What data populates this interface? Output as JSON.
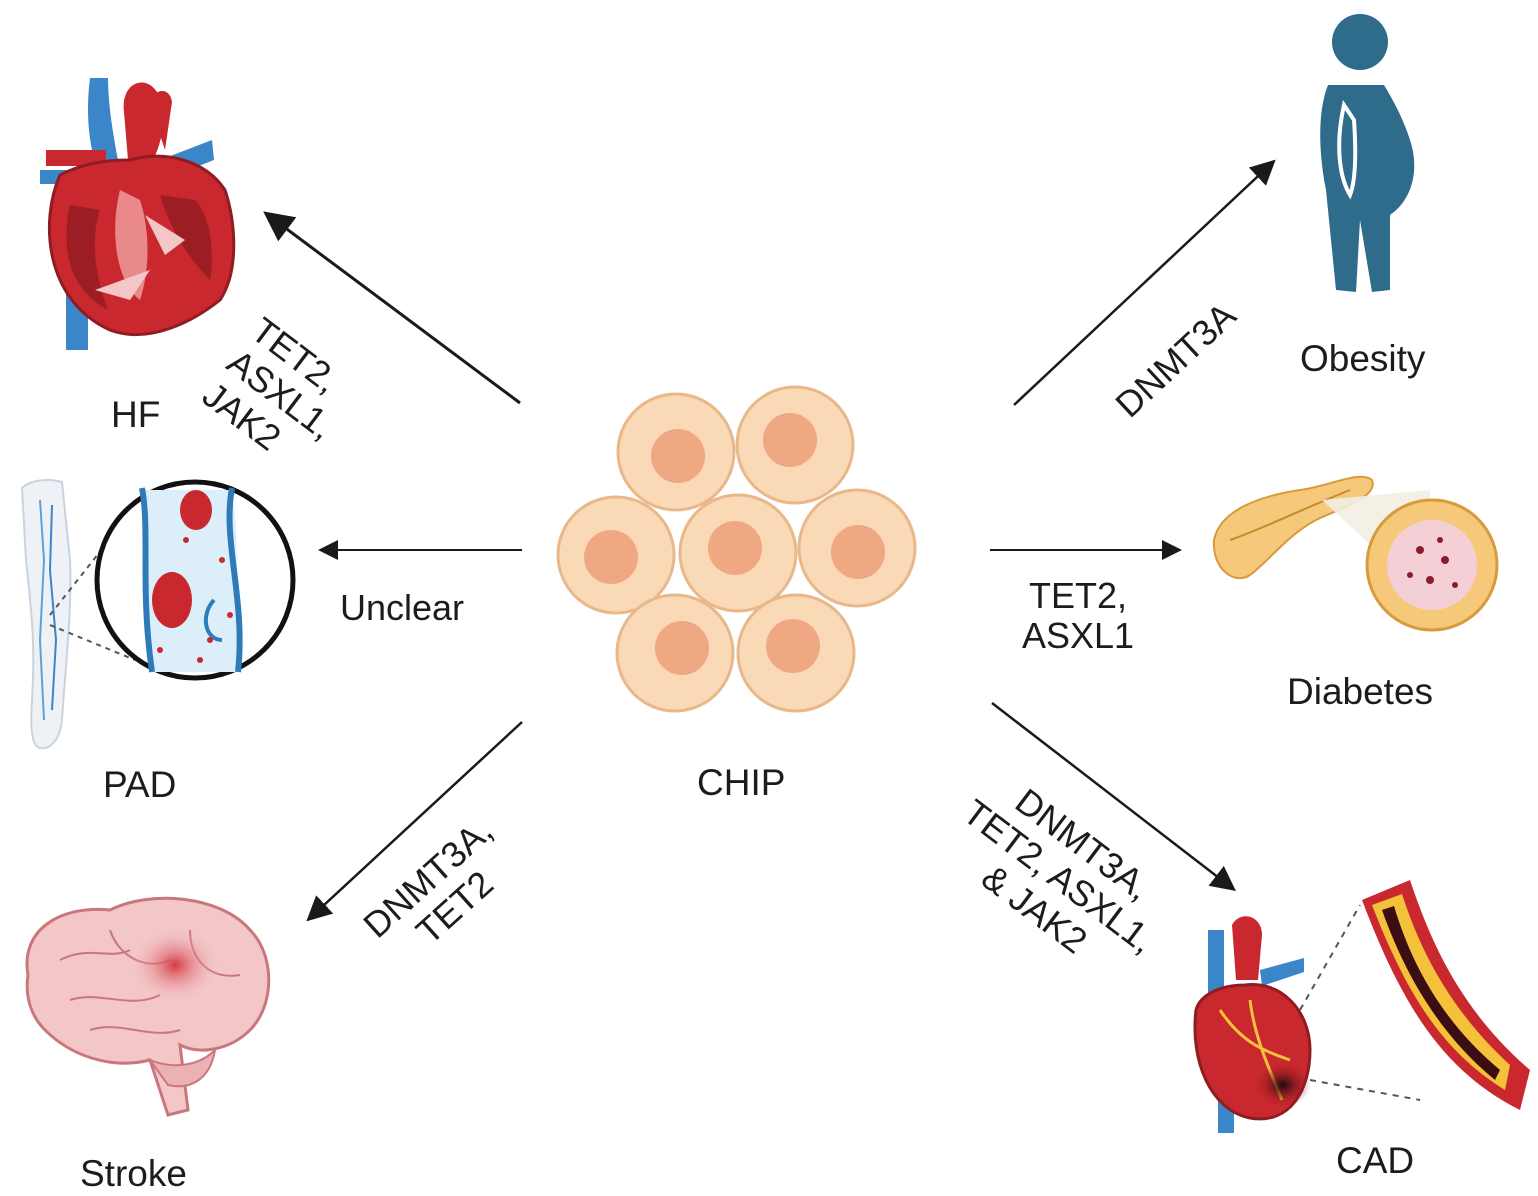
{
  "center": {
    "label": "CHIP"
  },
  "outcomes": {
    "hf": {
      "label": "HF",
      "genes": "TET2,\nASXL1,\nJAK2"
    },
    "pad": {
      "label": "PAD",
      "genes": "Unclear"
    },
    "stroke": {
      "label": "Stroke",
      "genes": "DNMT3A,\nTET2"
    },
    "obesity": {
      "label": "Obesity",
      "genes": "DNMT3A"
    },
    "diabetes": {
      "label": "Diabetes",
      "genes": "TET2,\nASXL1"
    },
    "cad": {
      "label": "CAD",
      "genes": "DNMT3A,\nTET2, ASXL1,\n& JAK2"
    }
  },
  "colors": {
    "cell_fill": "#f9d9b6",
    "cell_stroke": "#e9b88a",
    "nucleus": "#f0a882",
    "heart_red": "#c8282e",
    "vessel_blue": "#3a86c8",
    "person_blue": "#2f6b8a",
    "brain_pink": "#f3c6c8",
    "pancreas": "#f5c87a"
  },
  "icons": [
    "heart-icon",
    "leg-vessel-icon",
    "artery-zoom-icon",
    "brain-icon",
    "body-silhouette-icon",
    "pancreas-icon",
    "islet-icon",
    "heart-artery-icon"
  ]
}
